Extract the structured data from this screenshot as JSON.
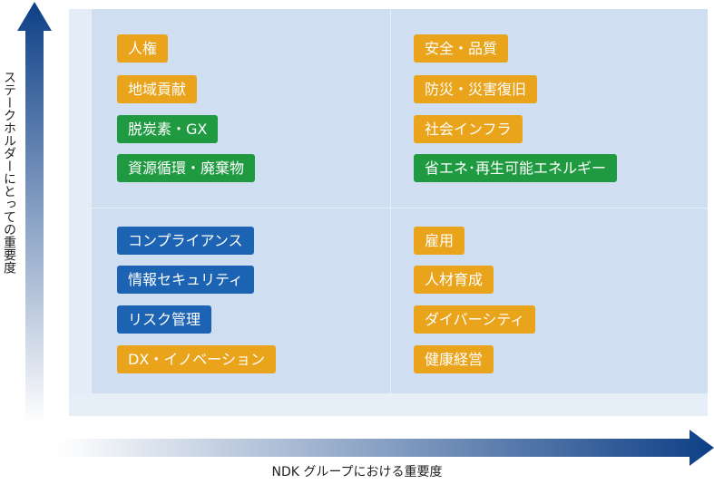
{
  "axes": {
    "y_label": "ステークホルダーにとっての重要度",
    "x_label": "NDK グループにおける重要度"
  },
  "colors": {
    "orange": "#e9a41c",
    "green": "#1f9a41",
    "blue": "#1c63b4",
    "matrix_bg": "#cfdff1",
    "arrow_dark": "#0d3f86"
  },
  "quadrants": {
    "top_left": [
      {
        "label": "人権",
        "color": "orange"
      },
      {
        "label": "地域貢献",
        "color": "orange"
      },
      {
        "label": "脱炭素・GX",
        "color": "green"
      },
      {
        "label": "資源循環・廃棄物",
        "color": "green"
      }
    ],
    "top_right": [
      {
        "label": "安全・品質",
        "color": "orange"
      },
      {
        "label": "防災・災害復旧",
        "color": "orange"
      },
      {
        "label": "社会インフラ",
        "color": "orange"
      },
      {
        "label": "省エネ･再生可能エネルギー",
        "color": "green"
      }
    ],
    "bottom_left": [
      {
        "label": "コンプライアンス",
        "color": "blue"
      },
      {
        "label": "情報セキュリティ",
        "color": "blue"
      },
      {
        "label": "リスク管理",
        "color": "blue"
      },
      {
        "label": "DX・イノベーション",
        "color": "orange"
      }
    ],
    "bottom_right": [
      {
        "label": "雇用",
        "color": "orange"
      },
      {
        "label": "人材育成",
        "color": "orange"
      },
      {
        "label": "ダイバーシティ",
        "color": "orange"
      },
      {
        "label": "健康経営",
        "color": "orange"
      }
    ]
  }
}
